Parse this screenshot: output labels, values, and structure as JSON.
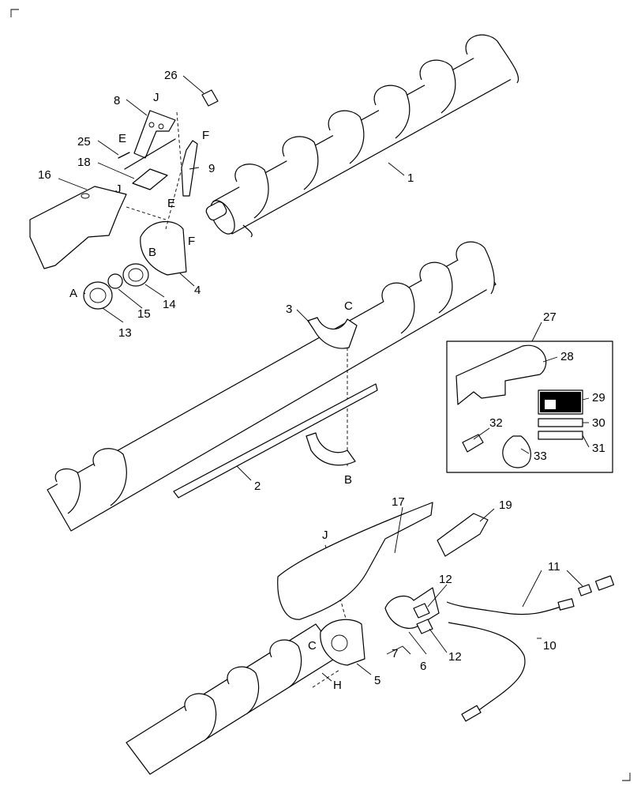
{
  "diagram": {
    "callouts": [
      "1",
      "2",
      "3",
      "4",
      "5",
      "6",
      "7",
      "8",
      "9",
      "10",
      "11",
      "12",
      "12",
      "13",
      "14",
      "15",
      "16",
      "17",
      "18",
      "19",
      "25",
      "26",
      "27",
      "28",
      "29",
      "30",
      "31",
      "32",
      "33"
    ],
    "refs": [
      "J",
      "E",
      "F",
      "J",
      "B",
      "F",
      "A",
      "C",
      "B",
      "J",
      "C",
      "H"
    ],
    "refs_extra": [
      "E"
    ],
    "kit_box_label": "27"
  }
}
